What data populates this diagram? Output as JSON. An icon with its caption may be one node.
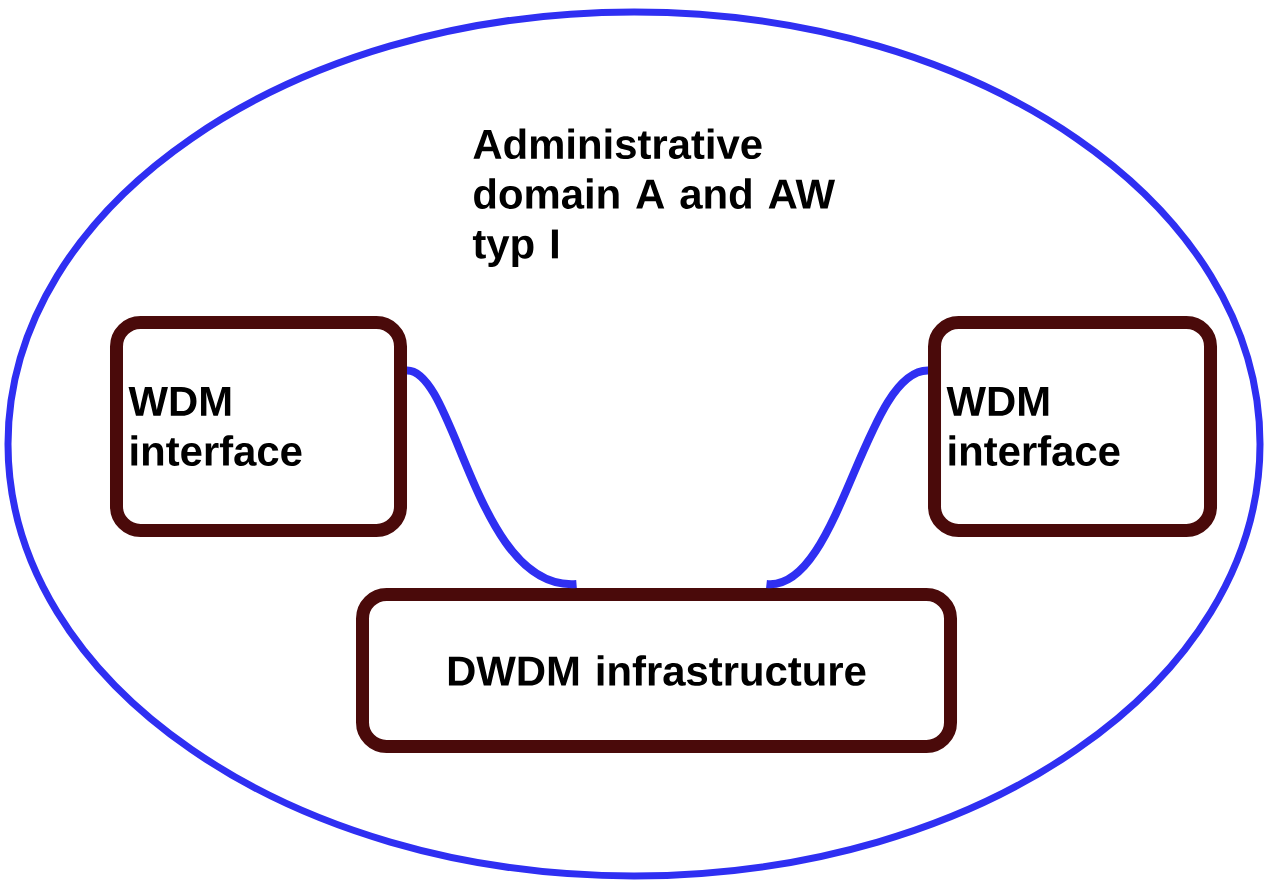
{
  "diagram": {
    "nodes": [
      {
        "text": [
          "Administrative domain A and AW typ I"
        ]
      },
      {
        "text": [
          "WDM interface"
        ],
        "in": 0
      },
      {
        "text": [
          "WDM interface"
        ],
        "in": 0
      },
      {
        "text": [
          "DWDM infrastructure"
        ],
        "in": 0
      }
    ],
    "edges": [
      {
        "from": 1,
        "to": 3,
        "arrow": "none"
      },
      {
        "from": 2,
        "to": 3,
        "arrow": "none"
      }
    ]
  }
}
